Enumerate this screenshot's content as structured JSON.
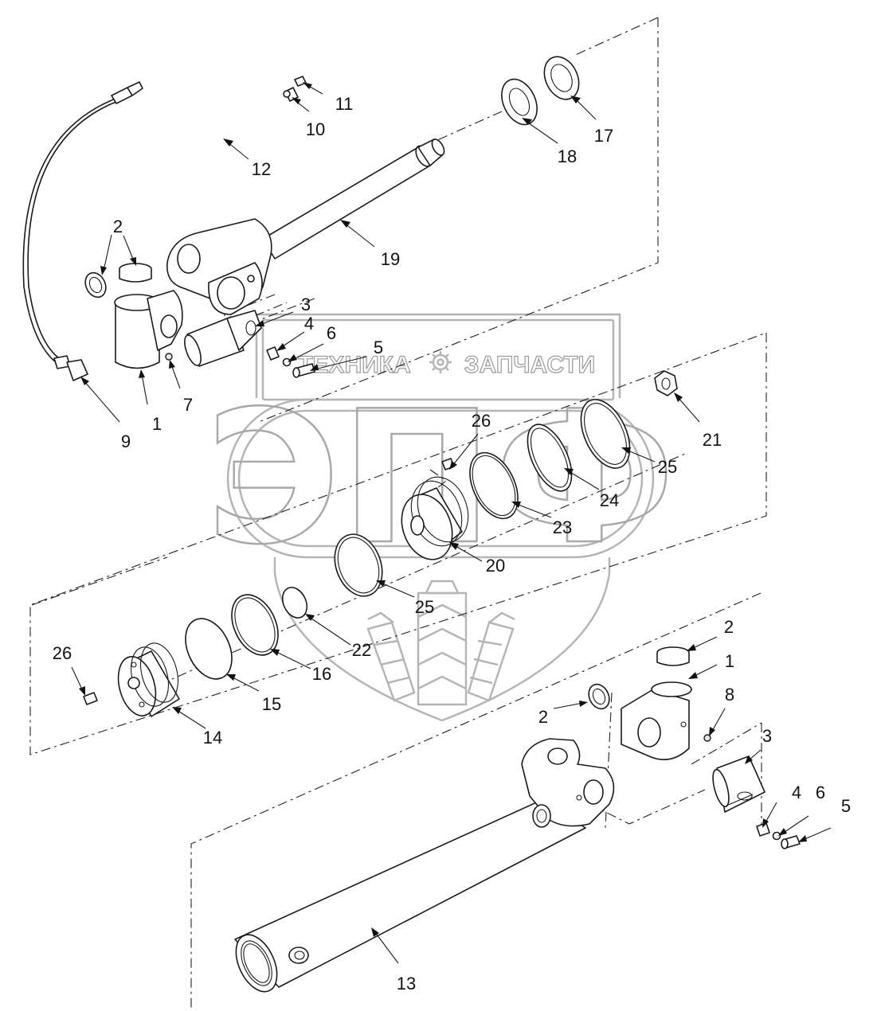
{
  "watermark": {
    "left_text": "ТЕХНИКА",
    "right_text": "ЗАПЧАСТИ",
    "logo_letters": "ЭПФ",
    "gear_icon": "gear-icon"
  },
  "callouts": [
    {
      "id": "c11",
      "text": "11"
    },
    {
      "id": "c10",
      "text": "10"
    },
    {
      "id": "c12",
      "text": "12"
    },
    {
      "id": "c18",
      "text": "18"
    },
    {
      "id": "c17",
      "text": "17"
    },
    {
      "id": "c19",
      "text": "19"
    },
    {
      "id": "c2a",
      "text": "2"
    },
    {
      "id": "c3a",
      "text": "3"
    },
    {
      "id": "c4a",
      "text": "4"
    },
    {
      "id": "c6a",
      "text": "6"
    },
    {
      "id": "c5a",
      "text": "5"
    },
    {
      "id": "c7",
      "text": "7"
    },
    {
      "id": "c1a",
      "text": "1"
    },
    {
      "id": "c9",
      "text": "9"
    },
    {
      "id": "c21",
      "text": "21"
    },
    {
      "id": "c26a",
      "text": "26"
    },
    {
      "id": "c25a",
      "text": "25"
    },
    {
      "id": "c24",
      "text": "24"
    },
    {
      "id": "c23",
      "text": "23"
    },
    {
      "id": "c20",
      "text": "20"
    },
    {
      "id": "c25b",
      "text": "25"
    },
    {
      "id": "c22",
      "text": "22"
    },
    {
      "id": "c26b",
      "text": "26"
    },
    {
      "id": "c16",
      "text": "16"
    },
    {
      "id": "c15",
      "text": "15"
    },
    {
      "id": "c14",
      "text": "14"
    },
    {
      "id": "c2b",
      "text": "2"
    },
    {
      "id": "c1b",
      "text": "1"
    },
    {
      "id": "c8",
      "text": "8"
    },
    {
      "id": "c2c",
      "text": "2"
    },
    {
      "id": "c3b",
      "text": "3"
    },
    {
      "id": "c4b",
      "text": "4"
    },
    {
      "id": "c6b",
      "text": "6"
    },
    {
      "id": "c5b",
      "text": "5"
    },
    {
      "id": "c13",
      "text": "13"
    }
  ]
}
